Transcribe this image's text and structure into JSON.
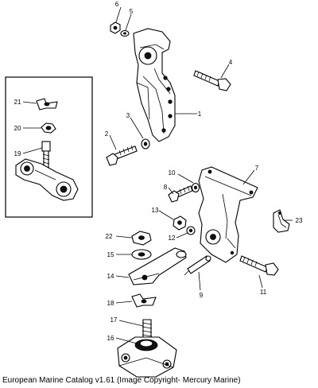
{
  "callouts": [
    "1",
    "2",
    "3",
    "4",
    "5",
    "6",
    "7",
    "8",
    "9",
    "10",
    "11",
    "12",
    "13",
    "14",
    "15",
    "16",
    "17",
    "18",
    "19",
    "20",
    "21",
    "22",
    "23"
  ],
  "caption": "European Marine Catalog v1.61 (Image Copyright- Mercury Marine)"
}
